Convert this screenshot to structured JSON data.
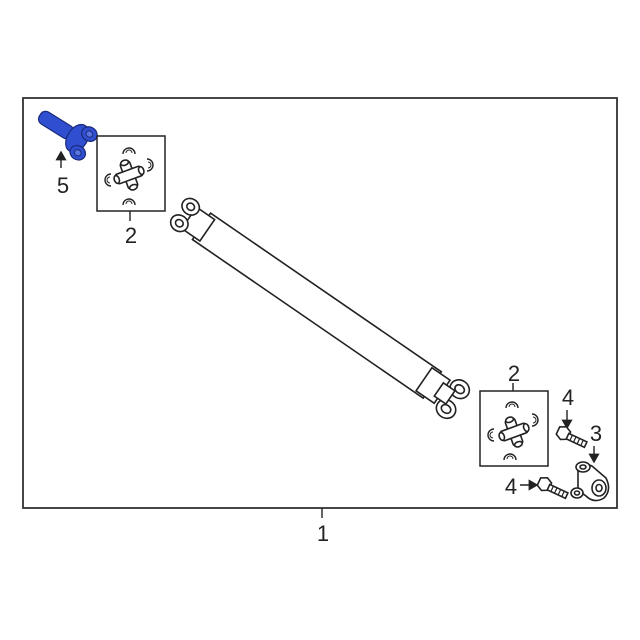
{
  "diagram": {
    "callouts": [
      {
        "id": "1",
        "label": "1"
      },
      {
        "id": "2a",
        "label": "2"
      },
      {
        "id": "2b",
        "label": "2"
      },
      {
        "id": "3",
        "label": "3"
      },
      {
        "id": "4a",
        "label": "4"
      },
      {
        "id": "4b",
        "label": "4"
      },
      {
        "id": "5",
        "label": "5"
      }
    ],
    "highlight_color": "#2f4fd0",
    "line_color": "#222222"
  }
}
